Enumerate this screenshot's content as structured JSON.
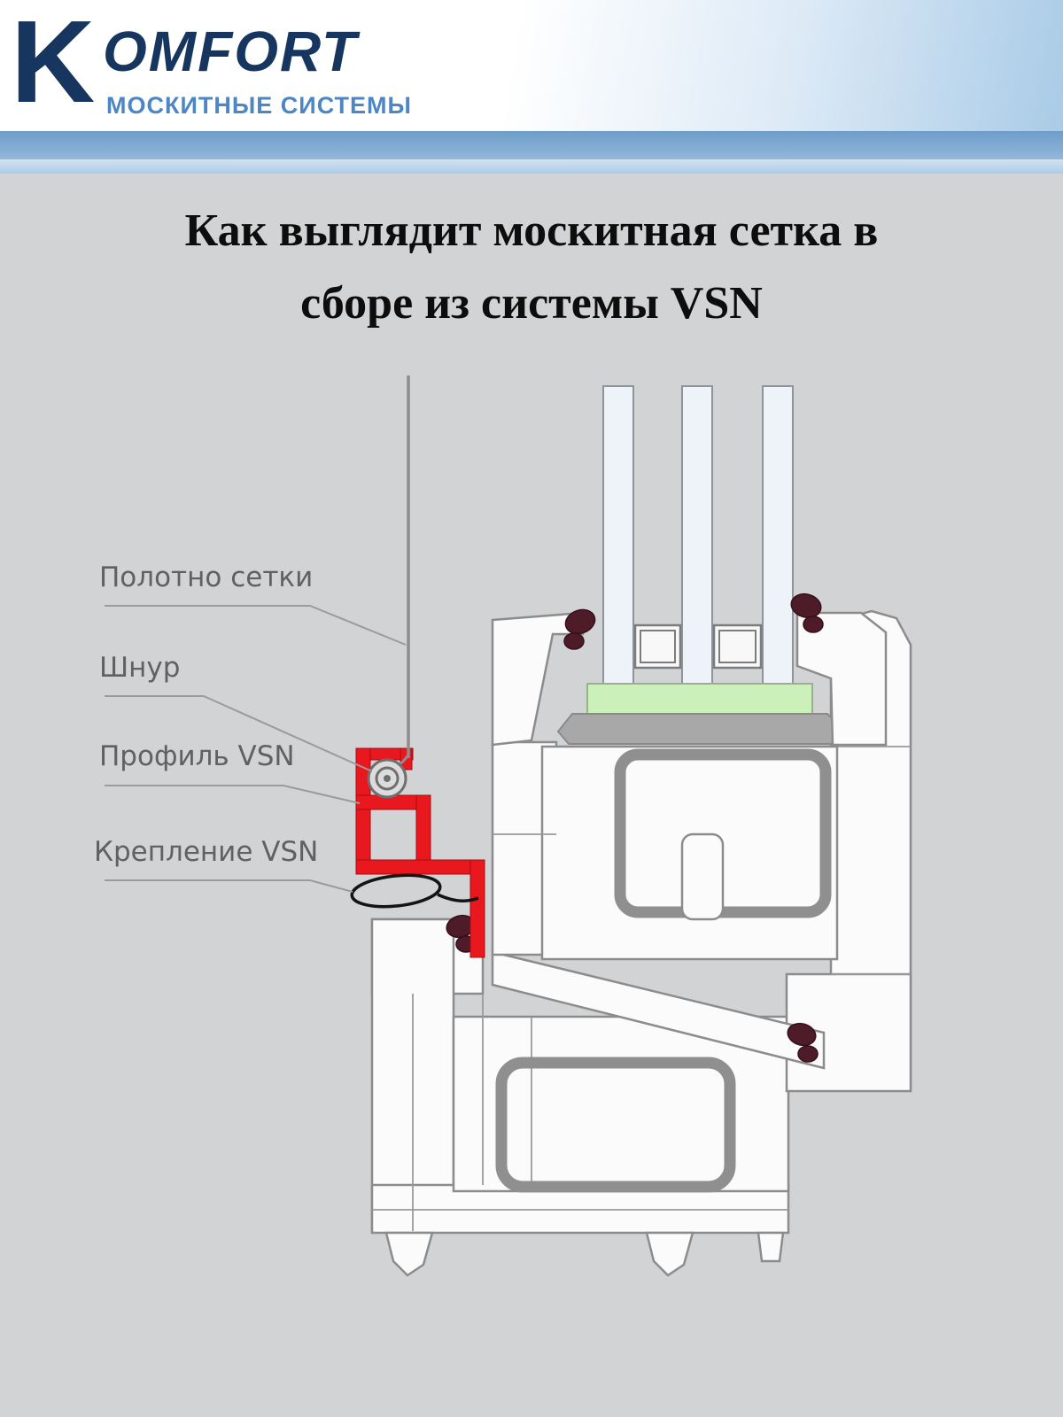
{
  "header": {
    "logo_k": "K",
    "logo_name": "OMFORT",
    "subtitle": "МОСКИТНЫЕ СИСТЕМЫ"
  },
  "title": {
    "line1": "Как выглядит москитная сетка в",
    "line2": "сборе из системы VSN"
  },
  "diagram": {
    "labels": [
      {
        "text": "Полотно сетки"
      },
      {
        "text": "Шнур"
      },
      {
        "text": "Профиль VSN"
      },
      {
        "text": "Крепление VSN"
      }
    ],
    "colors": {
      "vsn_highlight_red": "#e9171e",
      "setting_block_green": "#ccf0ba",
      "steel_gray": "#8f8f8f",
      "seal_maroon": "#4e1b28"
    }
  },
  "colors": {
    "brand_navy": "#16365f",
    "brand_blue": "#4c86c4",
    "background_gray": "#d2d3d4"
  }
}
